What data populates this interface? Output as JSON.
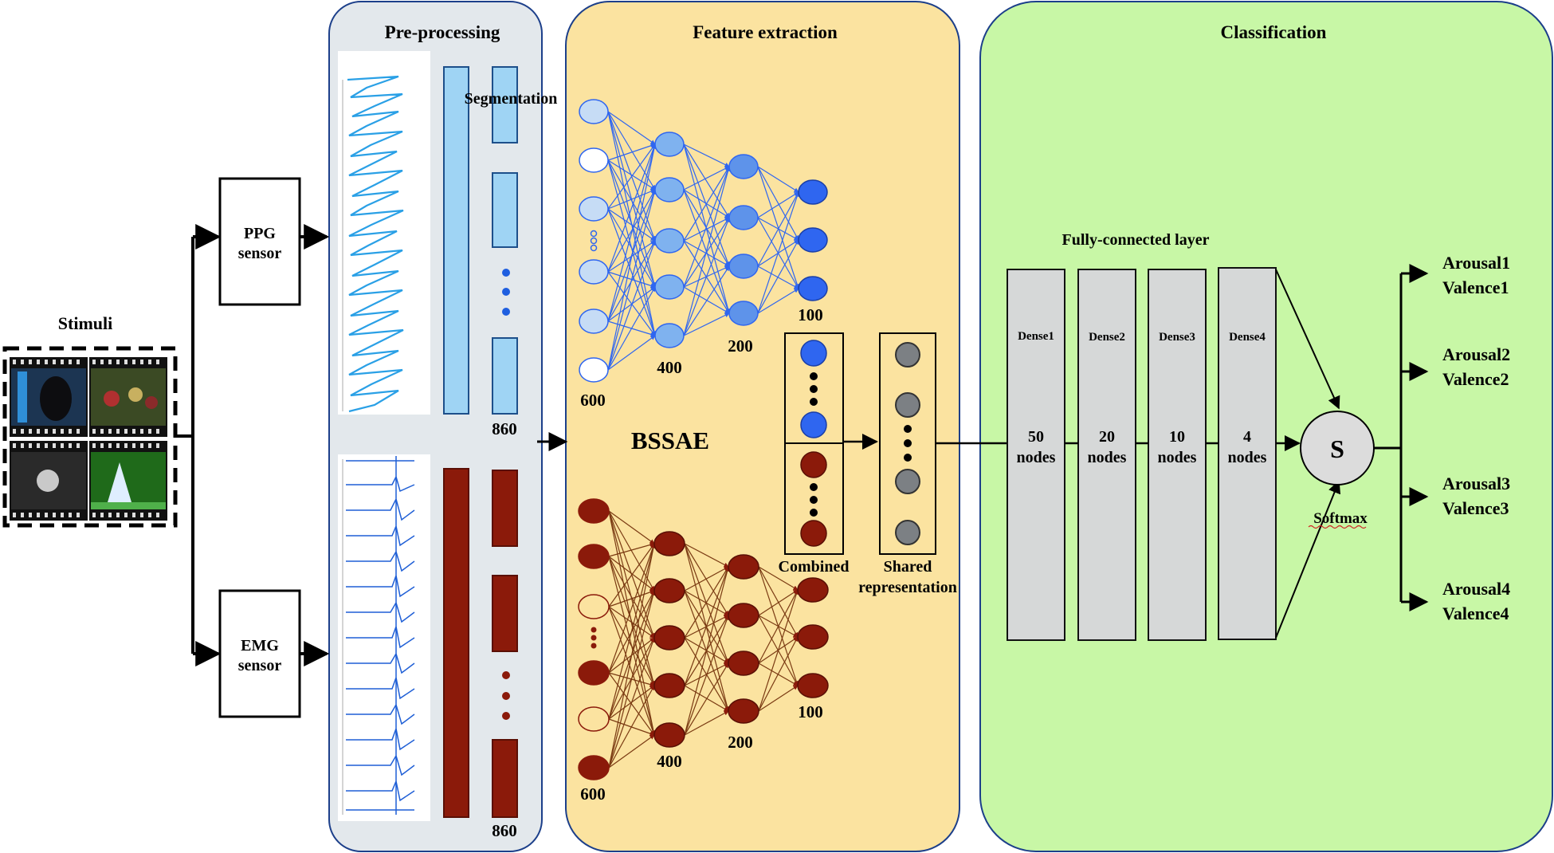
{
  "stimuli": {
    "label": "Stimuli"
  },
  "sensors": {
    "ppg": [
      "PPG",
      "sensor"
    ],
    "emg": [
      "EMG",
      "sensor"
    ]
  },
  "panels": {
    "preprocessing": "Pre-processing",
    "feature_extraction": "Feature extraction",
    "classification": "Classification"
  },
  "preprocessing": {
    "segmentation": "Segmentation",
    "ppg_len": "860",
    "emg_len": "860"
  },
  "feature": {
    "model": "BSSAE",
    "ppg_layers": [
      "600",
      "400",
      "200",
      "100"
    ],
    "emg_layers": [
      "600",
      "400",
      "200",
      "100"
    ],
    "combined": "Combined",
    "shared": [
      "Shared",
      "representation"
    ]
  },
  "classification": {
    "fc_label": "Fully-connected layer",
    "dense": [
      {
        "name": "Dense1",
        "nodes": [
          "50",
          "nodes"
        ]
      },
      {
        "name": "Dense2",
        "nodes": [
          "20",
          "nodes"
        ]
      },
      {
        "name": "Dense3",
        "nodes": [
          "10",
          "nodes"
        ]
      },
      {
        "name": "Dense4",
        "nodes": [
          "4",
          "nodes"
        ]
      }
    ],
    "softmax_symbol": "S",
    "softmax_label": "Softmax",
    "outputs": [
      [
        "Arousal1",
        "Valence1"
      ],
      [
        "Arousal2",
        "Valence2"
      ],
      [
        "Arousal3",
        "Valence3"
      ],
      [
        "Arousal4",
        "Valence4"
      ]
    ]
  },
  "colors": {
    "preprocessing_bg": "#e3e8ec",
    "feature_bg": "#fbe3a0",
    "classification_bg": "#c8f7a6",
    "ppg_blue": "#2f66f0",
    "ppg_light": "#aacdf5",
    "emg_red": "#8b1a0a",
    "shared_gray": "#7c8084",
    "dense_gray": "#d6d8d8"
  }
}
